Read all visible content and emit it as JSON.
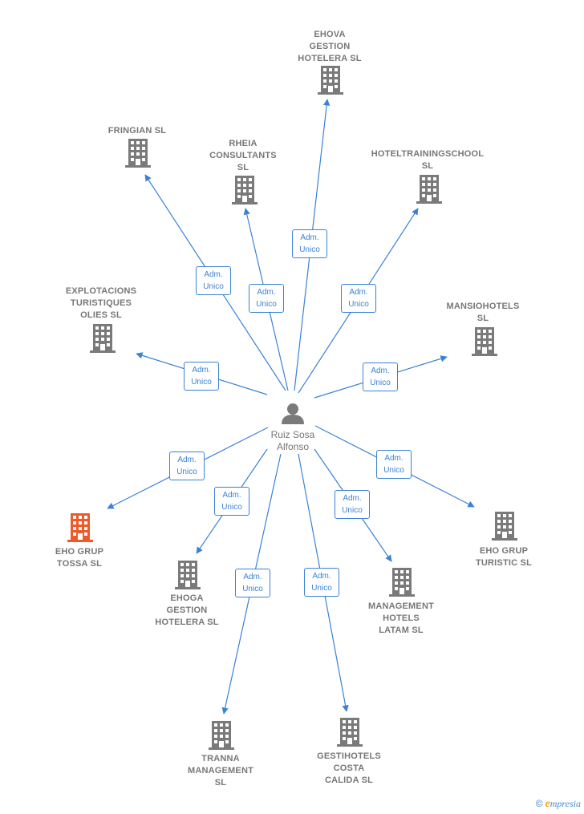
{
  "person": {
    "name": "Ruiz Sosa\nAlfonso",
    "icon": "person-icon"
  },
  "colors": {
    "edge": "#3b82d6",
    "node": "#7a7a7a",
    "highlight": "#ee5a2b"
  },
  "relation_label": "Adm.\nUnico",
  "companies": [
    {
      "id": "ehova",
      "name": "EHOVA\nGESTION\nHOTELERA  SL",
      "highlight": false
    },
    {
      "id": "fringian",
      "name": "FRINGIAN  SL",
      "highlight": false
    },
    {
      "id": "rheia",
      "name": "RHEIA\nCONSULTANTS\nSL",
      "highlight": false
    },
    {
      "id": "hoteltraining",
      "name": "HOTELTRAININGSCHOOL\nSL",
      "highlight": false
    },
    {
      "id": "explotacions",
      "name": "EXPLOTACIONS\nTURISTIQUES\nOLIES SL",
      "highlight": false
    },
    {
      "id": "mansio",
      "name": "MANSIOHOTELS\nSL",
      "highlight": false
    },
    {
      "id": "ehotossa",
      "name": "EHO GRUP\nTOSSA  SL",
      "highlight": true
    },
    {
      "id": "ehoturistic",
      "name": "EHO GRUP\nTURISTIC  SL",
      "highlight": false
    },
    {
      "id": "ehoga",
      "name": "EHOGA\nGESTION\nHOTELERA  SL",
      "highlight": false
    },
    {
      "id": "mhlatam",
      "name": "MANAGEMENT\nHOTELS\nLATAM  SL",
      "highlight": false
    },
    {
      "id": "tranna",
      "name": "TRANNA\nMANAGEMENT\nSL",
      "highlight": false
    },
    {
      "id": "gestihotels",
      "name": "GESTIHOTELS\nCOSTA\nCALIDA  SL",
      "highlight": false
    }
  ],
  "watermark": {
    "copyright": "©",
    "brand_initial": "e",
    "brand_rest": "mpresia"
  }
}
